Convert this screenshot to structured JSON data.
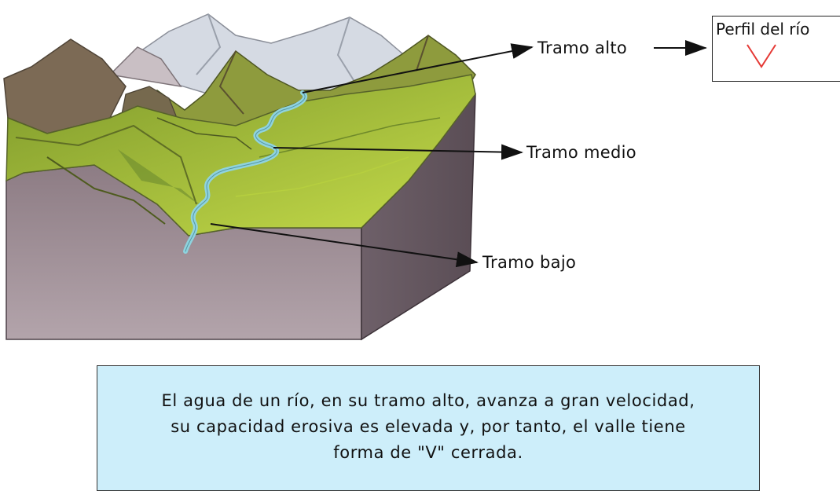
{
  "labels": {
    "alto": "Tramo alto",
    "medio": "Tramo medio",
    "bajo": "Tramo bajo"
  },
  "profile_box": {
    "title": "Perfil del río",
    "v_color": "#e53935"
  },
  "caption": {
    "line1": "El agua de un río, en su tramo alto, avanza a gran velocidad,",
    "line2": "su capacidad erosiva es elevada y, por tanto, el valle tiene",
    "line3": "forma de \"V\" cerrada."
  },
  "colors": {
    "caption_bg": "#cdeefa",
    "river": "#8fd3de",
    "grass": "#a8c83a",
    "rock": "#8a7a82",
    "snow": "#d8dde6"
  }
}
